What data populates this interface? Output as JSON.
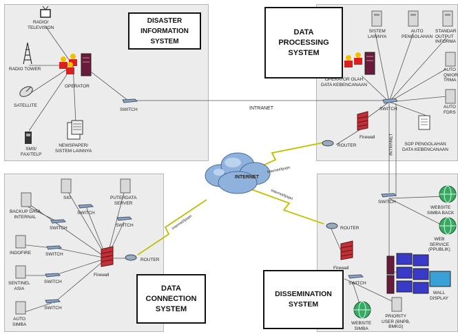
{
  "panels": {
    "disaster": {
      "title": "DISASTER INFORMATION SYSTEM"
    },
    "processing": {
      "title": "DATA PROCESSING SYSTEM"
    },
    "connection": {
      "title": "DATA CONNECTION SYSTEM"
    },
    "dissemination": {
      "title": "DISSEMINATION SYSTEM"
    }
  },
  "labels": {
    "radio_tv": "RADIO/\nTELEVISION",
    "radio_tower": "RADIO TOWER",
    "operator": "OPERATOR",
    "satellite": "SATELLITE",
    "sms": "SMS/\nFAX/TELP",
    "newspaper": "NEWSPAPER/\nSISTEM LAINNYA",
    "switch": "SWITCH",
    "intranet": "INTRANET",
    "intranet_v": "INTRANET",
    "internet": "INTERNET",
    "sistem_lainnya": "SISTEM\nLAINNYA",
    "auto_pengolahan": "AUTO\nPENGOLAHAN",
    "standar_output": "STANDAR\nOUTPUT\nINFORMA",
    "auto_qworp": "AUTO\nQWORP\nTRMA",
    "auto_fdrs": "AUTO\nFDRS",
    "operator_olah": "OPERATOR OLAH\nDATA KEBENCANAAN",
    "sop": "SOP PENGOLAHAN\nDATA KEBENCANAAN",
    "firewall": "Firewall",
    "router": "ROUTER",
    "backup": "BACKUP DATA\nINTERNAL",
    "sig": "SIG",
    "puterdata": "PUTERDATA\nSERVER",
    "indofire": "INDOFIRE",
    "sentinel": "SENTINEL\nASIA",
    "auto_simba": "AUTO\nSIMBA",
    "website_simba_back": "WEBSITE\nSIMBA BACK",
    "web_service": "WEB\nSERVICE\n(PPUBLIK)",
    "wall_display": "WALL\nDISPLAY",
    "priority_user": "PRIORITY\nUSER (BNPB,\nBMKG)",
    "website_simba": "WEBSITE\nSIMBA",
    "link_label": "Internet/Ipvpn"
  },
  "colors": {
    "panel_bg": "#ececec",
    "wire": "#555555",
    "wan": "#e6e600",
    "firewall": "#c0303a",
    "globe": "#3aa860",
    "cloud": "#7fa7d6"
  }
}
